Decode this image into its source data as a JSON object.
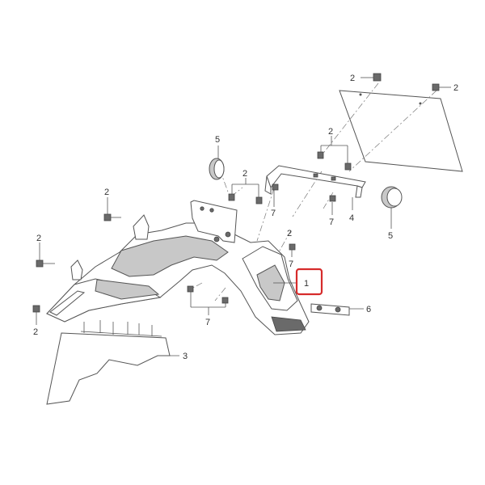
{
  "callouts": {
    "c1": "1",
    "c2a": "2",
    "c2b": "2",
    "c2c": "2",
    "c2d": "2",
    "c2e": "2",
    "c2f": "2",
    "c2g": "2",
    "c2h": "2",
    "c3": "3",
    "c4": "4",
    "c5a": "5",
    "c5b": "5",
    "c6": "6",
    "c7a": "7",
    "c7b": "7",
    "c7c": "7",
    "c7d": "7"
  },
  "highlight": {
    "label": "1",
    "color": "#d62b2b"
  },
  "colors": {
    "line": "#555555",
    "shade": "#c8c8c8",
    "dark": "#6a6a6a"
  }
}
